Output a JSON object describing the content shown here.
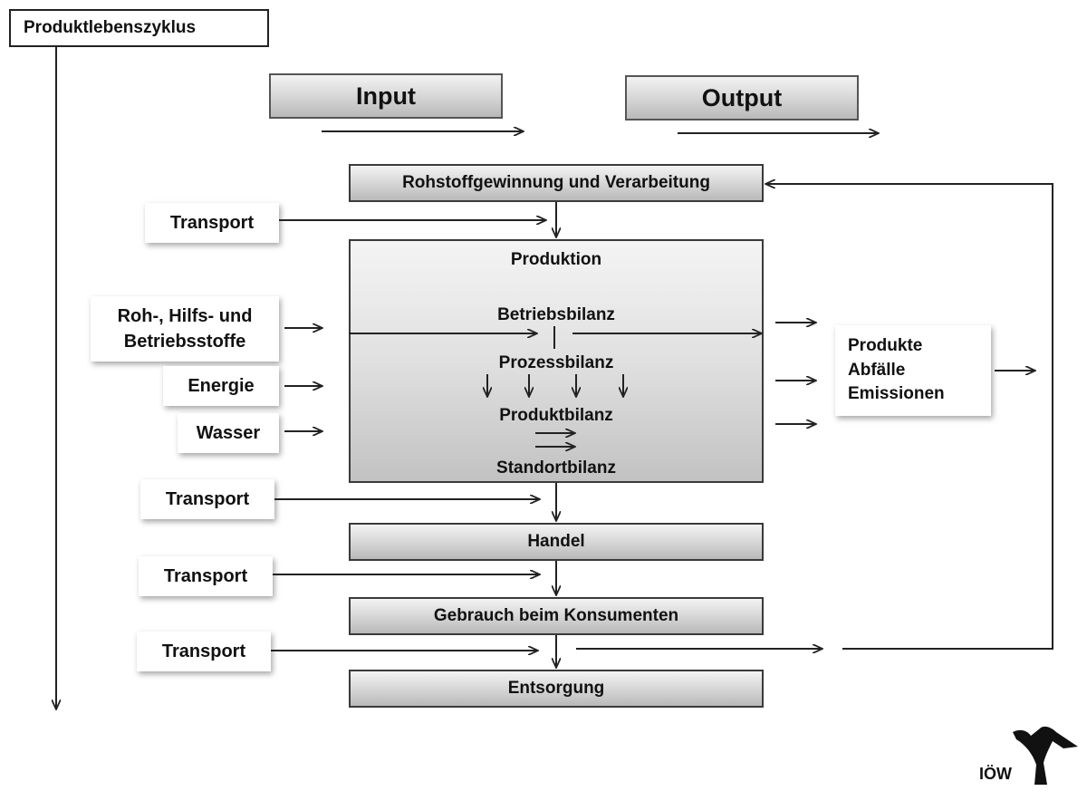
{
  "lifecycle_label": "Produktlebenszyklus",
  "header": {
    "input": "Input",
    "output": "Output"
  },
  "stages": {
    "raw": "Rohstoffgewinnung und Verarbeitung",
    "production": "Produktion",
    "handel": "Handel",
    "gebrauch": "Gebrauch beim Konsumenten",
    "entsorgung": "Entsorgung"
  },
  "balances": {
    "betrieb": "Betriebsbilanz",
    "prozess": "Prozessbilanz",
    "produkt": "Produktbilanz",
    "standort": "Standortbilanz"
  },
  "inputs": {
    "transport": "Transport",
    "roh_line1": "Roh-, Hilfs- und",
    "roh_line2": "Betriebsstoffe",
    "energie": "Energie",
    "wasser": "Wasser"
  },
  "outputs": {
    "line1": "Produkte",
    "line2": "Abfälle",
    "line3": "Emissionen"
  },
  "logo_text": "IÖW"
}
